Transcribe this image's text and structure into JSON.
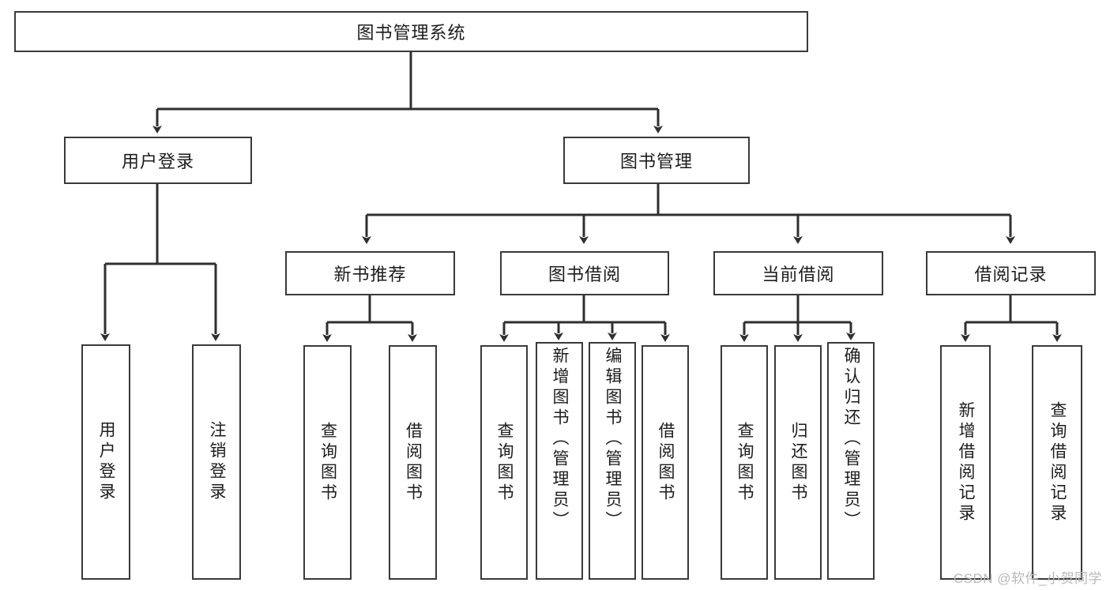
{
  "diagram": {
    "title": "图书管理系统",
    "type": "tree-hierarchy-diagram",
    "colors": {
      "box_border": "#3a3a3a",
      "box_fill": "#ffffff",
      "connector": "#2f2f2f",
      "text": "#1c1c1c",
      "watermark": "#b9b9b9"
    },
    "root": {
      "label": "图书管理系统"
    },
    "level2": [
      {
        "label": "用户登录"
      },
      {
        "label": "图书管理"
      }
    ],
    "level3": [
      {
        "label": "新书推荐"
      },
      {
        "label": "图书借阅"
      },
      {
        "label": "当前借阅"
      },
      {
        "label": "借阅记录"
      }
    ],
    "leaves": {
      "user_login": [
        {
          "label": "用户登录"
        },
        {
          "label": "注销登录"
        }
      ],
      "new_book_recommend": [
        {
          "label": "查询图书"
        },
        {
          "label": "借阅图书"
        }
      ],
      "book_borrow": [
        {
          "label": "查询图书"
        },
        {
          "label": "新增图书（管理员）"
        },
        {
          "label": "编辑图书（管理员）"
        },
        {
          "label": "借阅图书"
        }
      ],
      "current_borrow": [
        {
          "label": "查询图书"
        },
        {
          "label": "归还图书"
        },
        {
          "label": "确认归还（管理员）"
        }
      ],
      "borrow_record": [
        {
          "label": "新增借阅记录"
        },
        {
          "label": "查询借阅记录"
        }
      ]
    }
  },
  "watermark": {
    "text": "CSDN @软件_小贺同学"
  }
}
